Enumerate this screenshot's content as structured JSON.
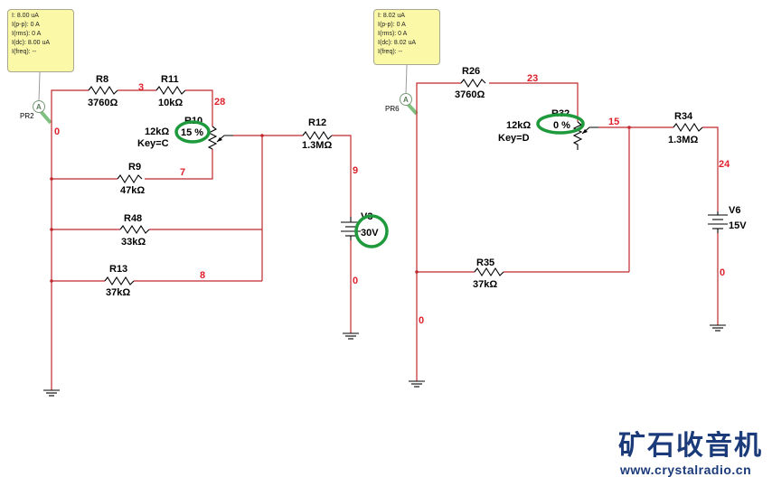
{
  "probes": {
    "pr2": {
      "name": "PR2",
      "lines": [
        "I: 8.00 uA",
        "I(p-p): 0 A",
        "I(rms): 0 A",
        "I(dc): 8.00 uA",
        "I(freq): --"
      ]
    },
    "pr6": {
      "name": "PR6",
      "lines": [
        "I: 8.02 uA",
        "I(p-p): 0 A",
        "I(rms): 0 A",
        "I(dc): 8.02 uA",
        "I(freq): --"
      ]
    }
  },
  "left_circuit": {
    "R8": {
      "name": "R8",
      "value": "3760Ω"
    },
    "R11": {
      "name": "R11",
      "value": "10kΩ"
    },
    "R10": {
      "name": "R10",
      "value": "12kΩ",
      "setting": "15 %",
      "key": "Key=C"
    },
    "R9": {
      "name": "R9",
      "value": "47kΩ"
    },
    "R48": {
      "name": "R48",
      "value": "33kΩ"
    },
    "R13": {
      "name": "R13",
      "value": "37kΩ"
    },
    "R12": {
      "name": "R12",
      "value": "1.3MΩ"
    },
    "V3": {
      "name": "V3",
      "value": "30V"
    },
    "nets": {
      "n0a": "0",
      "n3": "3",
      "n28": "28",
      "n7": "7",
      "n8": "8",
      "n9": "9",
      "n0b": "0"
    }
  },
  "right_circuit": {
    "R26": {
      "name": "R26",
      "value": "3760Ω"
    },
    "R32": {
      "name": "R32",
      "value": "12kΩ",
      "setting": "0 %",
      "key": "Key=D"
    },
    "R34": {
      "name": "R34",
      "value": "1.3MΩ"
    },
    "R35": {
      "name": "R35",
      "value": "37kΩ"
    },
    "V6": {
      "name": "V6",
      "value": "15V"
    },
    "nets": {
      "n23": "23",
      "n15": "15",
      "n24": "24",
      "n0a": "0",
      "n0b": "0"
    }
  },
  "logo": {
    "chinese": "矿石收音机",
    "url": "www.crystalradio.cn"
  },
  "colors": {
    "wire": "#c0282d",
    "net_label": "#e0202a",
    "highlight": "#1e9a3c",
    "probe_bg": "#fbf8a8"
  }
}
